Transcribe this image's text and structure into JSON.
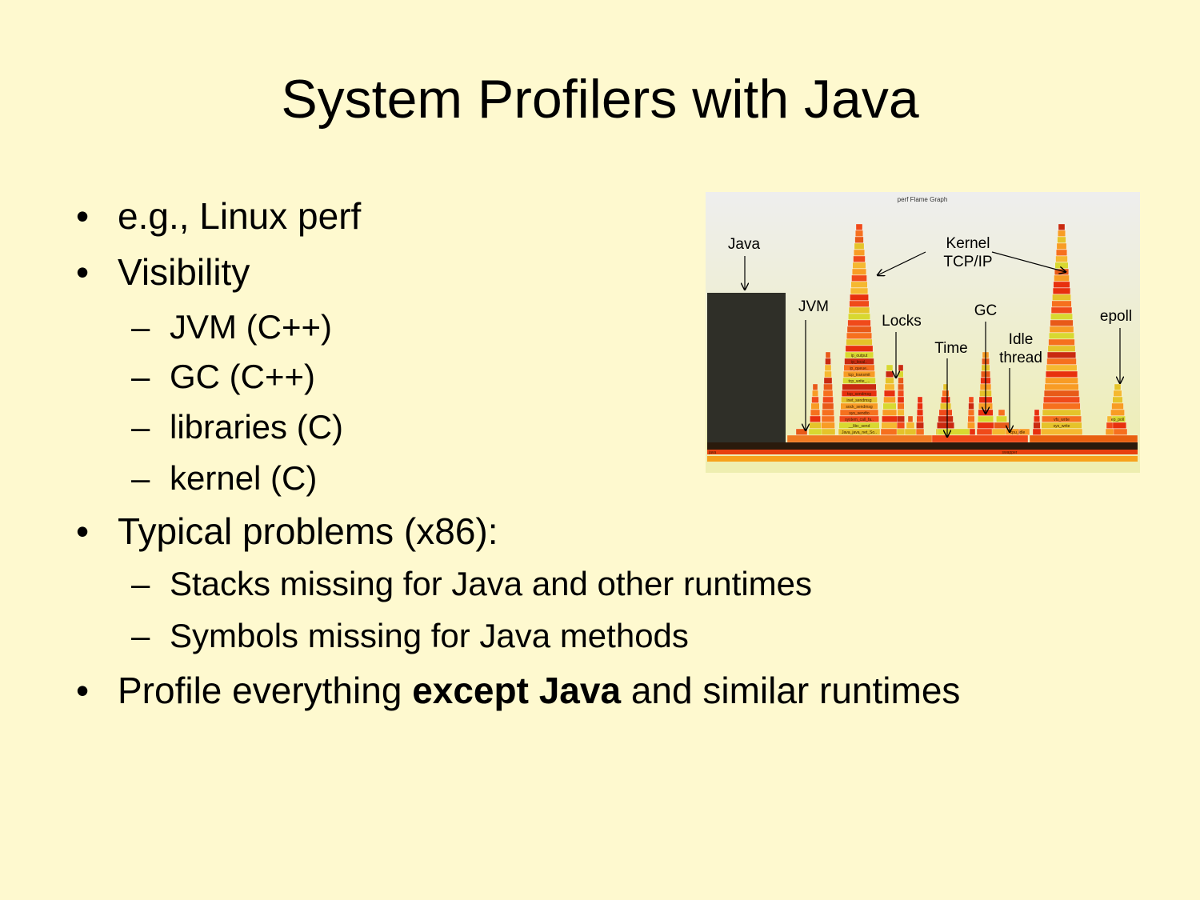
{
  "slide": {
    "title": "System Profilers with Java",
    "bullets": [
      {
        "marker": "•",
        "text": "e.g., Linux perf"
      },
      {
        "marker": "•",
        "text": "Visibility"
      },
      {
        "marker": "–",
        "text": "JVM (C++)"
      },
      {
        "marker": "–",
        "text": "GC (C++)"
      },
      {
        "marker": "–",
        "text": "libraries (C)"
      },
      {
        "marker": "–",
        "text": "kernel (C)"
      },
      {
        "marker": "•",
        "text": "Typical problems (x86):"
      },
      {
        "marker": "–",
        "text": "Stacks missing for Java and other runtimes"
      },
      {
        "marker": "–",
        "text": "Symbols missing for Java methods"
      },
      {
        "marker": "•",
        "text_before": "Profile everything ",
        "text_bold": "except Java",
        "text_after": " and similar runtimes"
      }
    ]
  },
  "flame_graph": {
    "title": "perf Flame Graph",
    "labels": {
      "java": "Java",
      "jvm": "JVM",
      "kernel_line1": "Kernel",
      "kernel_line2": "TCP/IP",
      "locks": "Locks",
      "time": "Time",
      "gc": "GC",
      "idle_line1": "Idle",
      "idle_line2": "thread",
      "epoll": "epoll"
    },
    "frame_labels": [
      "tcp_sendmsg",
      "inet_sendmsg",
      "sock_sendmsg",
      "sys_sendto",
      "system_call_fa..",
      "__libc_send",
      "Java_java_net_So..",
      "ip_output",
      "ip_local..",
      "ip_queue..",
      "tcp_transmit",
      "tcp_write_...",
      "vfs_write",
      "sys_write",
      "ep_poll",
      "cpu_idle",
      "swapper",
      "java"
    ],
    "colors": {
      "java_block": "#2f2f28",
      "base_dark": "#2a1a0c",
      "base_red": "#e8410f",
      "base_orange": "#f7a21c"
    }
  }
}
